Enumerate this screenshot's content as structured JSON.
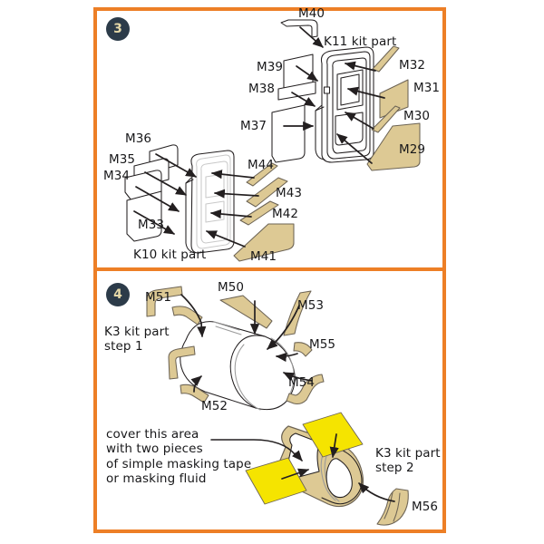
{
  "document": {
    "type": "model-kit-masking-instructions",
    "frame_color": "#ED7F26",
    "badge_bg": "#2c3b49",
    "badge_fg": "#e6d9a8",
    "mask_tan": "#ddc994",
    "mask_tan_stroke": "#6d6455",
    "tape_yellow": "#f5e400",
    "outline": "#231f20"
  },
  "steps": [
    {
      "number": "3",
      "kit_parts": [
        {
          "id": "k11",
          "label": "K11 kit part"
        },
        {
          "id": "k10",
          "label": "K10 kit part"
        }
      ],
      "mask_labels": [
        "M40",
        "M39",
        "M38",
        "M37",
        "M32",
        "M31",
        "M30",
        "M29",
        "M36",
        "M35",
        "M34",
        "M33",
        "M44",
        "M43",
        "M42",
        "M41"
      ]
    },
    {
      "number": "4",
      "kit_parts": [
        {
          "id": "k3-step1",
          "label": "K3 kit part\nstep 1"
        },
        {
          "id": "k3-step2",
          "label": "K3 kit part\nstep 2"
        }
      ],
      "mask_labels": [
        "M50",
        "M51",
        "M53",
        "M55",
        "M54",
        "M52",
        "M56"
      ],
      "note": "cover this area\nwith two pieces\nof simple masking tape\nor masking fluid"
    }
  ],
  "labels": {
    "m29": "M29",
    "m30": "M30",
    "m31": "M31",
    "m32": "M32",
    "m33": "M33",
    "m34": "M34",
    "m35": "M35",
    "m36": "M36",
    "m37": "M37",
    "m38": "M38",
    "m39": "M39",
    "m40": "M40",
    "m41": "M41",
    "m42": "M42",
    "m43": "M43",
    "m44": "M44",
    "m50": "M50",
    "m51": "M51",
    "m52": "M52",
    "m53": "M53",
    "m54": "M54",
    "m55": "M55",
    "m56": "M56",
    "k11": "K11 kit part",
    "k10": "K10 kit part",
    "k3_step1": "K3 kit part\nstep 1",
    "k3_step2": "K3 kit part\nstep 2",
    "note": "cover this area\nwith two pieces\nof simple masking tape\nor masking fluid",
    "step3": "3",
    "step4": "4"
  }
}
